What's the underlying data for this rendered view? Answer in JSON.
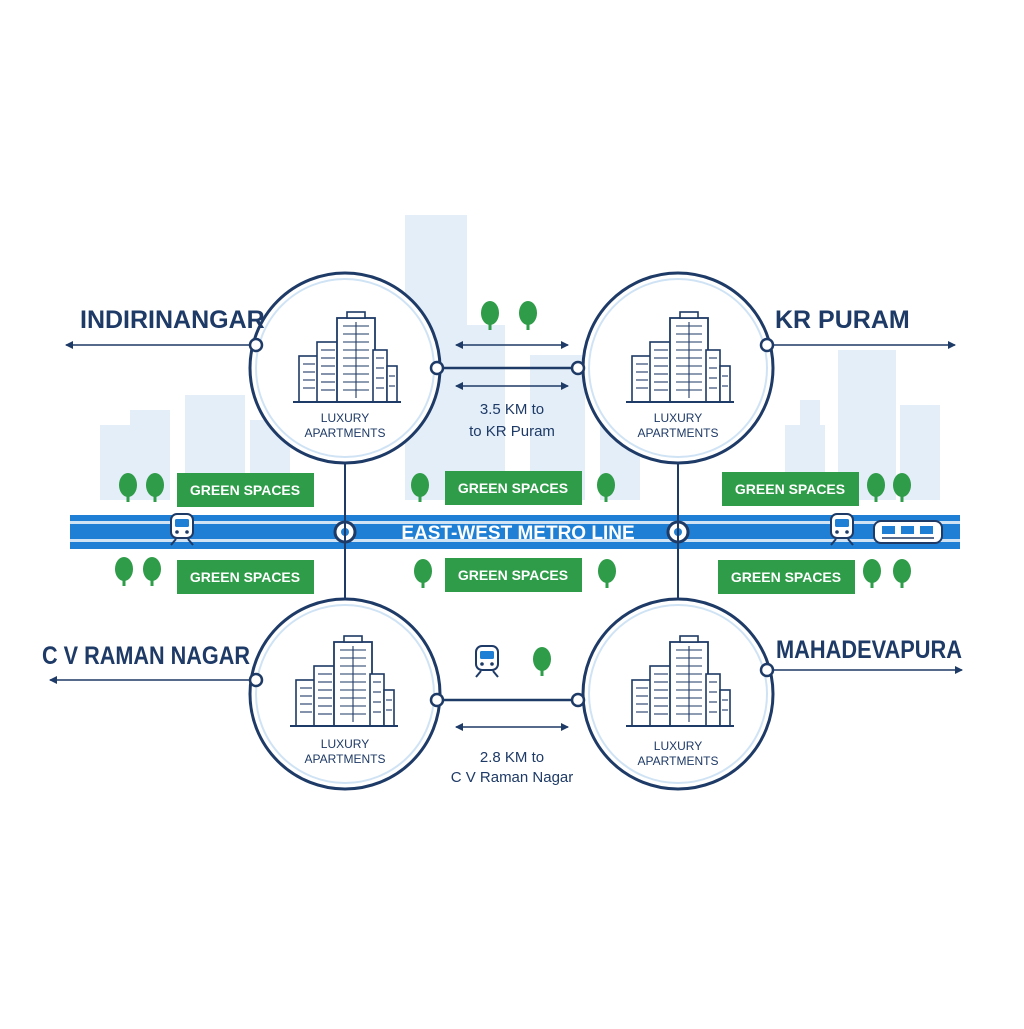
{
  "diagram": {
    "metro_line": {
      "label": "EAST-WEST METRO LINE"
    },
    "nodes": [
      {
        "id": "indirinangar",
        "area_name": "INDIRINANGAR",
        "caption": [
          "LUXURY",
          "APARTMENTS"
        ]
      },
      {
        "id": "kr-puram",
        "area_name": "KR PURAM",
        "caption": [
          "LUXURY",
          "APARTMENTS"
        ]
      },
      {
        "id": "cv-raman-nagar",
        "area_name": "C V RAMAN NAGAR",
        "caption": [
          "LUXURY",
          "APARTMENTS"
        ]
      },
      {
        "id": "mahadevapura",
        "area_name": "MAHADEVAPURA",
        "caption": [
          "LUXURY",
          "APARTMENTS"
        ]
      }
    ],
    "distances": [
      {
        "id": "top",
        "lines": [
          "3.5 KM to",
          "to KR Puram"
        ]
      },
      {
        "id": "bottom",
        "lines": [
          "2.8 KM to",
          "C V Raman Nagar"
        ]
      }
    ],
    "green_spaces": [
      {
        "id": "upper-left",
        "label": "GREEN SPACES"
      },
      {
        "id": "upper-middle",
        "label": "GREEN SPACES"
      },
      {
        "id": "upper-right",
        "label": "GREEN SPACES"
      },
      {
        "id": "lower-left",
        "label": "GREEN SPACES"
      },
      {
        "id": "lower-middle",
        "label": "GREEN SPACES"
      },
      {
        "id": "lower-right",
        "label": "GREEN SPACES"
      }
    ],
    "colors": {
      "navy": "#1e3a66",
      "metro_blue": "#1f7fd4",
      "metro_light": "#cfe3f5",
      "skyline": "#e3eef8",
      "green": "#2e9c48",
      "tree": "#2e9c48"
    },
    "icons": [
      "building-icon",
      "tree-icon",
      "train-icon"
    ]
  }
}
